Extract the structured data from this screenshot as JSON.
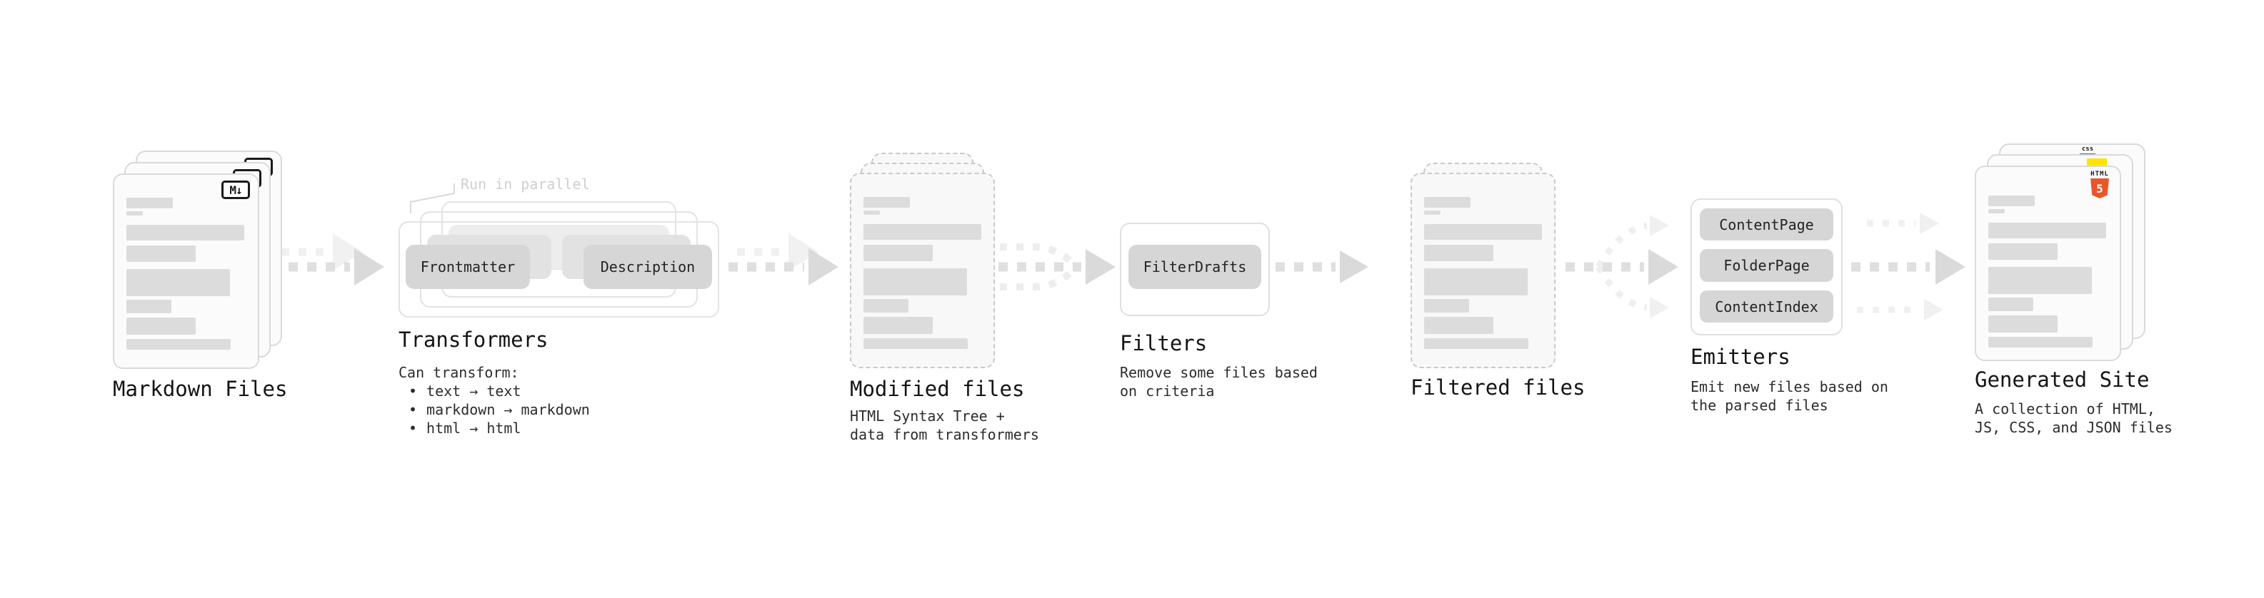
{
  "stages": {
    "markdown_files": {
      "label": "Markdown Files",
      "badge": "M↓"
    },
    "transformers": {
      "label": "Transformers",
      "annotation": "Run in parallel",
      "pill_left": "Frontmatter",
      "pill_right": "Description",
      "caption_title": "Can transform:",
      "bullet_char": "•",
      "bullets": [
        "text → text",
        "markdown → markdown",
        "html → html"
      ]
    },
    "modified_files": {
      "label": "Modified files",
      "caption_lines": [
        "HTML Syntax Tree +",
        "data from transformers"
      ]
    },
    "filters": {
      "label": "Filters",
      "pill": "FilterDrafts",
      "caption_lines": [
        "Remove some files based",
        "on criteria"
      ]
    },
    "filtered_files": {
      "label": "Filtered files"
    },
    "emitters": {
      "label": "Emitters",
      "pills": [
        "ContentPage",
        "FolderPage",
        "ContentIndex"
      ],
      "caption_lines": [
        "Emit new files based on",
        "the parsed files"
      ]
    },
    "generated_site": {
      "label": "Generated Site",
      "caption_lines": [
        "A collection of HTML,",
        "JS, CSS, and JSON files"
      ],
      "html5_icon_text": "HTML",
      "html5_icon_number": "5",
      "css_icon_text": "css"
    }
  },
  "colors": {
    "html5_orange": "#e8562a",
    "js_yellow": "#ffe400",
    "css_blue": "#2f6bf2",
    "pill_gray": "#d6d6d6",
    "arrow_gray": "#dfdfdf",
    "arrow_light_gray": "#f0f0f0",
    "annotation_gray": "#cfcfcf"
  }
}
